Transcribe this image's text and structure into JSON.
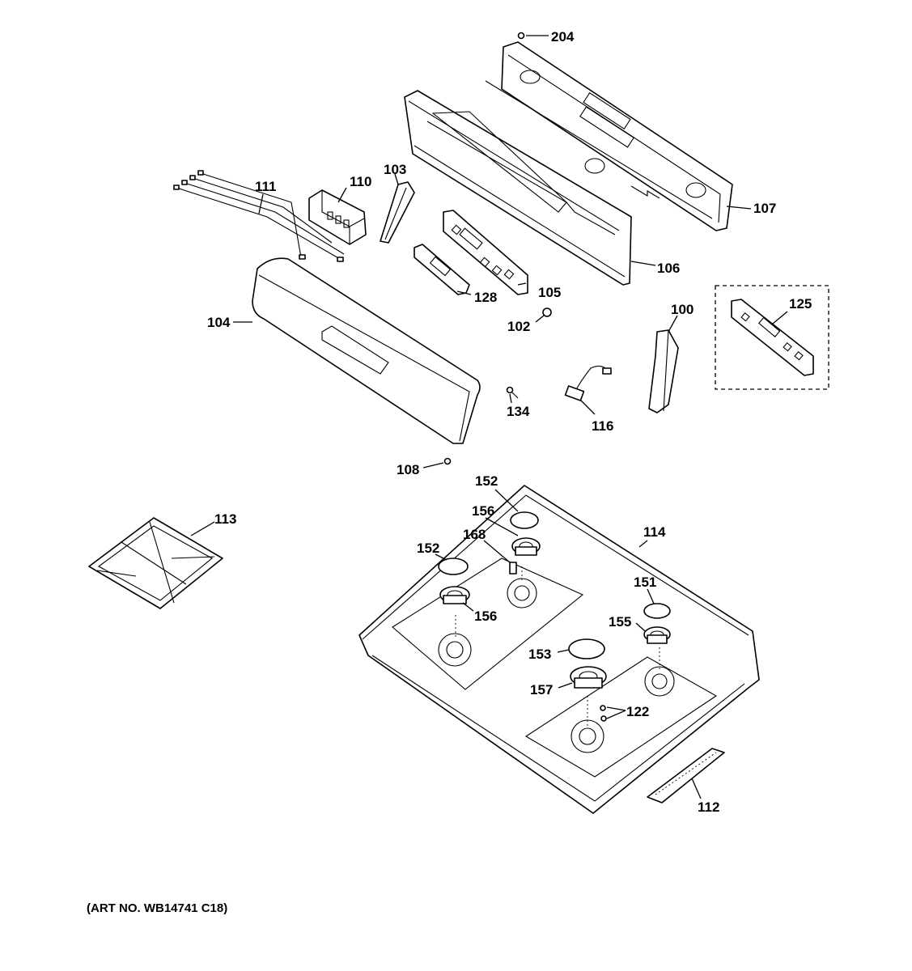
{
  "art_number": "(ART NO. WB14741 C18)",
  "labels": {
    "l100": "100",
    "l102": "102",
    "l103": "103",
    "l104": "104",
    "l105": "105",
    "l106": "106",
    "l107": "107",
    "l108": "108",
    "l110": "110",
    "l111": "111",
    "l112": "112",
    "l113": "113",
    "l114": "114",
    "l116": "116",
    "l122": "122",
    "l125": "125",
    "l128": "128",
    "l134": "134",
    "l151": "151",
    "l152a": "152",
    "l152b": "152",
    "l153": "153",
    "l155": "155",
    "l156a": "156",
    "l156b": "156",
    "l157": "157",
    "l168": "168",
    "l204": "204"
  },
  "colors": {
    "line": "#000000",
    "background": "#ffffff"
  }
}
